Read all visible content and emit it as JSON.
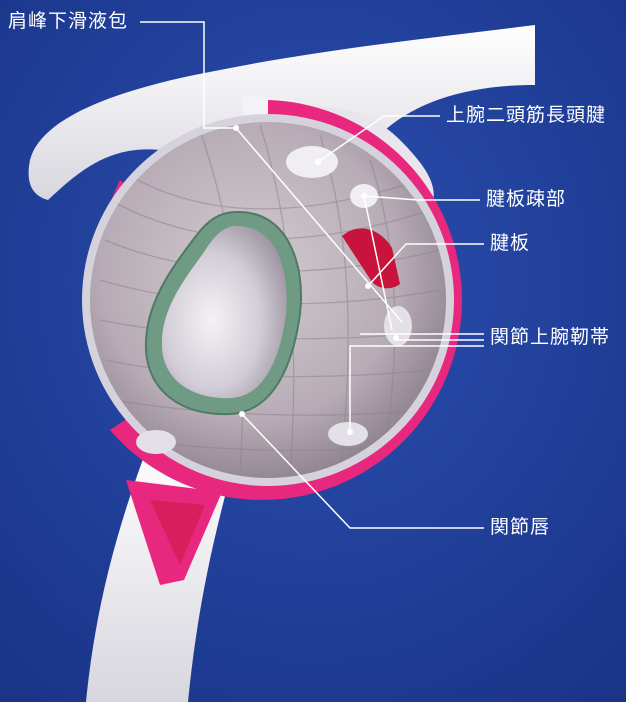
{
  "labels": {
    "subacromial_bursa": "肩峰下滑液包",
    "biceps_long_head": "上腕二頭筋長頭腱",
    "rotator_interval": "腱板疎部",
    "rotator_cuff": "腱板",
    "superior_glenohumeral_ligament": "関節上腕靭帯",
    "glenoid_labrum": "関節唇"
  },
  "colors": {
    "background": "#1f3f9a",
    "bone": "#ecebf0",
    "cuff_pink": "#e8287f",
    "cuff_red": "#c8143c",
    "labrum_green": "#6f9a84",
    "capsule": "#b9aeb6",
    "leader_line": "#ffffff"
  }
}
